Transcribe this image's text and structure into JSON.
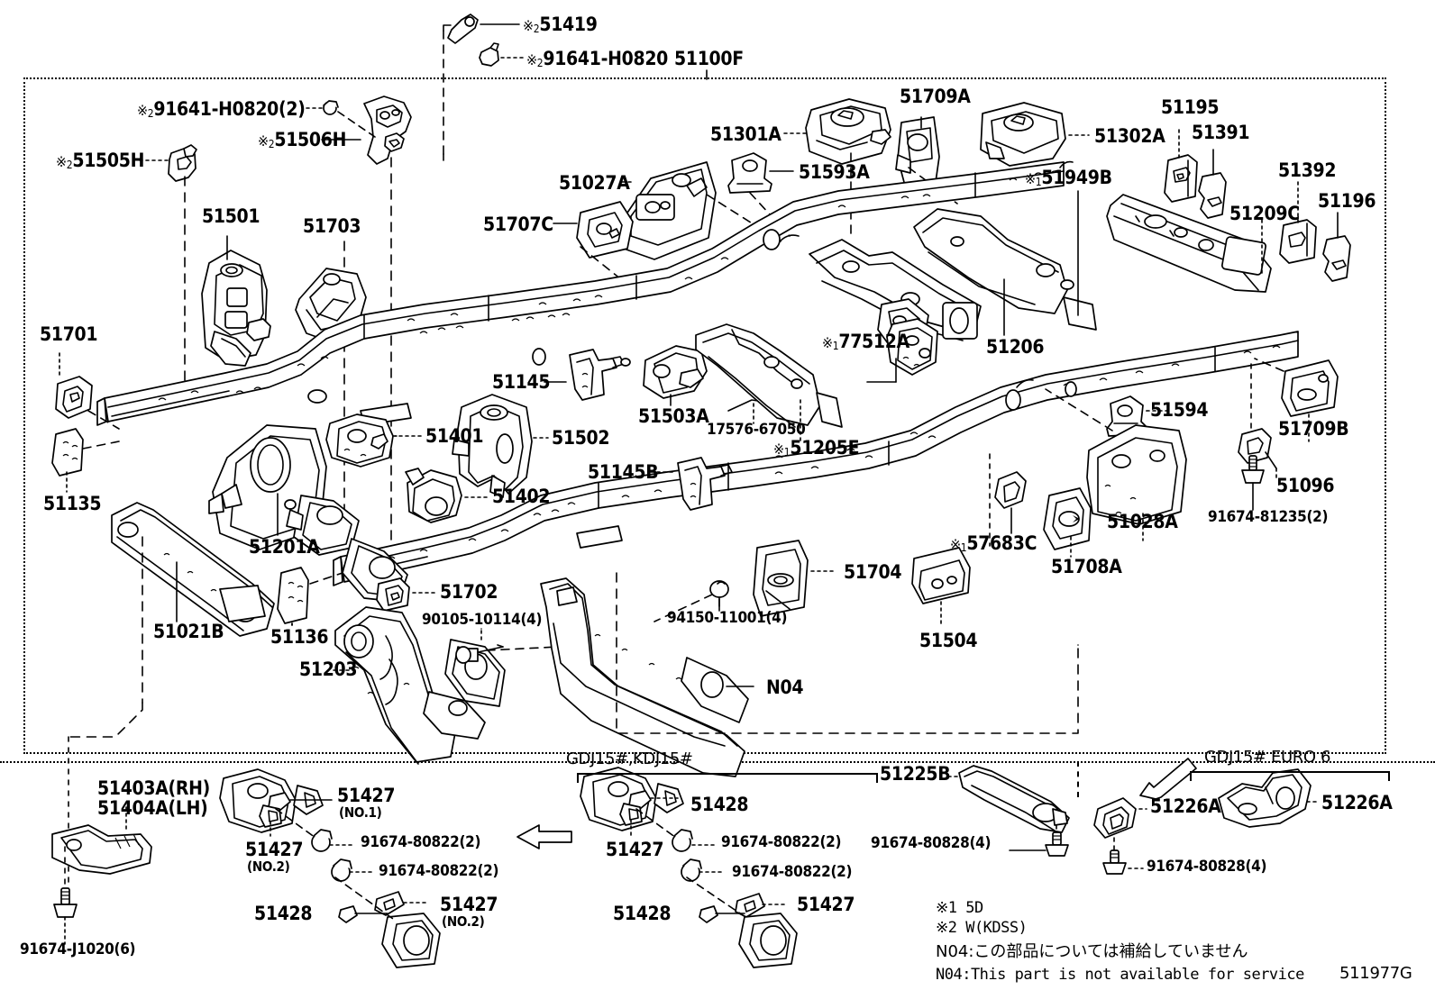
{
  "diagram": {
    "figure_code": "511977G",
    "assembly_label": "51100F",
    "title_note": "Toyota frame / crossmember exploded parts diagram"
  },
  "top_outside_labels": [
    {
      "id": "t1",
      "asterisk": "2",
      "text": "51419"
    },
    {
      "id": "t2",
      "asterisk": "2",
      "text": "91641-H0820"
    },
    {
      "id": "t3",
      "asterisk": "",
      "text": "51100F"
    }
  ],
  "main_labels": [
    {
      "id": "m01",
      "asterisk": "2",
      "text": "91641-H0820(2)"
    },
    {
      "id": "m02",
      "asterisk": "2",
      "text": "51506H"
    },
    {
      "id": "m03",
      "asterisk": "2",
      "text": "51505H"
    },
    {
      "id": "m04",
      "asterisk": "",
      "text": "51501"
    },
    {
      "id": "m05",
      "asterisk": "",
      "text": "51703"
    },
    {
      "id": "m06",
      "asterisk": "",
      "text": "51027A"
    },
    {
      "id": "m07",
      "asterisk": "",
      "text": "51707C"
    },
    {
      "id": "m08",
      "asterisk": "",
      "text": "51301A"
    },
    {
      "id": "m09",
      "asterisk": "",
      "text": "51593A"
    },
    {
      "id": "m10",
      "asterisk": "",
      "text": "51709A"
    },
    {
      "id": "m11",
      "asterisk": "",
      "text": "51302A"
    },
    {
      "id": "m12",
      "asterisk": "",
      "text": "51195"
    },
    {
      "id": "m13",
      "asterisk": "",
      "text": "51391"
    },
    {
      "id": "m14",
      "asterisk": "",
      "text": "51392"
    },
    {
      "id": "m15",
      "asterisk": "",
      "text": "51196"
    },
    {
      "id": "m16",
      "asterisk": "",
      "text": "51209C"
    },
    {
      "id": "m17",
      "asterisk": "1",
      "text": "51949B"
    },
    {
      "id": "m18",
      "asterisk": "",
      "text": "51206"
    },
    {
      "id": "m19",
      "asterisk": "",
      "text": "51701"
    },
    {
      "id": "m20",
      "asterisk": "",
      "text": "51135"
    },
    {
      "id": "m21",
      "asterisk": "",
      "text": "51145"
    },
    {
      "id": "m22",
      "asterisk": "",
      "text": "51503A"
    },
    {
      "id": "m23",
      "asterisk": "",
      "text": "51401"
    },
    {
      "id": "m24",
      "asterisk": "",
      "text": "51502"
    },
    {
      "id": "m25",
      "asterisk": "",
      "text": "51145B"
    },
    {
      "id": "m26",
      "asterisk": "",
      "text": "51402"
    },
    {
      "id": "m27",
      "asterisk": "",
      "text": "17576-67050"
    },
    {
      "id": "m28",
      "asterisk": "1",
      "text": "51205E"
    },
    {
      "id": "m29",
      "asterisk": "1",
      "text": "77512A"
    },
    {
      "id": "m30",
      "asterisk": "",
      "text": "51594"
    },
    {
      "id": "m31",
      "asterisk": "",
      "text": "51709B"
    },
    {
      "id": "m32",
      "asterisk": "",
      "text": "51096"
    },
    {
      "id": "m33",
      "asterisk": "",
      "text": "91674-81235(2)"
    },
    {
      "id": "m34",
      "asterisk": "",
      "text": "51028A"
    },
    {
      "id": "m35",
      "asterisk": "",
      "text": "51708A"
    },
    {
      "id": "m36",
      "asterisk": "1",
      "text": "57683C"
    },
    {
      "id": "m37",
      "asterisk": "",
      "text": "51201A"
    },
    {
      "id": "m38",
      "asterisk": "",
      "text": "51021B"
    },
    {
      "id": "m39",
      "asterisk": "",
      "text": "51136"
    },
    {
      "id": "m40",
      "asterisk": "",
      "text": "51203"
    },
    {
      "id": "m41",
      "asterisk": "",
      "text": "51702"
    },
    {
      "id": "m42",
      "asterisk": "",
      "text": "90105-10114(4)"
    },
    {
      "id": "m43",
      "asterisk": "",
      "text": "94150-11001(4)"
    },
    {
      "id": "m44",
      "asterisk": "",
      "text": "51704"
    },
    {
      "id": "m45",
      "asterisk": "",
      "text": "51504"
    },
    {
      "id": "m46",
      "asterisk": "",
      "text": "N04"
    }
  ],
  "bottom_left": {
    "label_rh": "51403A(RH)",
    "label_lh": "51404A(LH)",
    "bolt": "91674-J1020(6)"
  },
  "bottom_mid_left": {
    "items": [
      {
        "id": "bl1",
        "text": "51427",
        "sub": "(NO.1)"
      },
      {
        "id": "bl2",
        "text": "51427",
        "sub": "(NO.2)"
      },
      {
        "id": "bl3",
        "text": "91674-80822(2)",
        "sub": ""
      },
      {
        "id": "bl4",
        "text": "91674-80822(2)",
        "sub": ""
      },
      {
        "id": "bl5",
        "text": "51427",
        "sub": "(NO.2)"
      },
      {
        "id": "bl6",
        "text": "51428",
        "sub": ""
      }
    ]
  },
  "bottom_center": {
    "group_label": "GDJ15#,KDJ15#",
    "items": [
      {
        "id": "bc1",
        "text": "51428"
      },
      {
        "id": "bc2",
        "text": "51427"
      },
      {
        "id": "bc3",
        "text": "91674-80822(2)"
      },
      {
        "id": "bc4",
        "text": "91674-80822(2)"
      },
      {
        "id": "bc5",
        "text": "51427"
      },
      {
        "id": "bc6",
        "text": "51428"
      }
    ]
  },
  "bottom_right": {
    "group_label": "GDJ15# EURO 6",
    "items": [
      {
        "id": "br1",
        "text": "51225B"
      },
      {
        "id": "br2",
        "text": "91674-80828(4)"
      },
      {
        "id": "br3",
        "text": "51226A"
      },
      {
        "id": "br4",
        "text": "91674-80828(4)"
      },
      {
        "id": "br5",
        "text": "51226A"
      }
    ]
  },
  "legend": {
    "line1": "※1 5D",
    "line2": "※2 W(KDSS)",
    "line3_jp": "N04:この部品については補給していません",
    "line4_en": "N04:This part is not available for service"
  },
  "colors": {
    "ink": "#000000",
    "paper": "#ffffff"
  }
}
